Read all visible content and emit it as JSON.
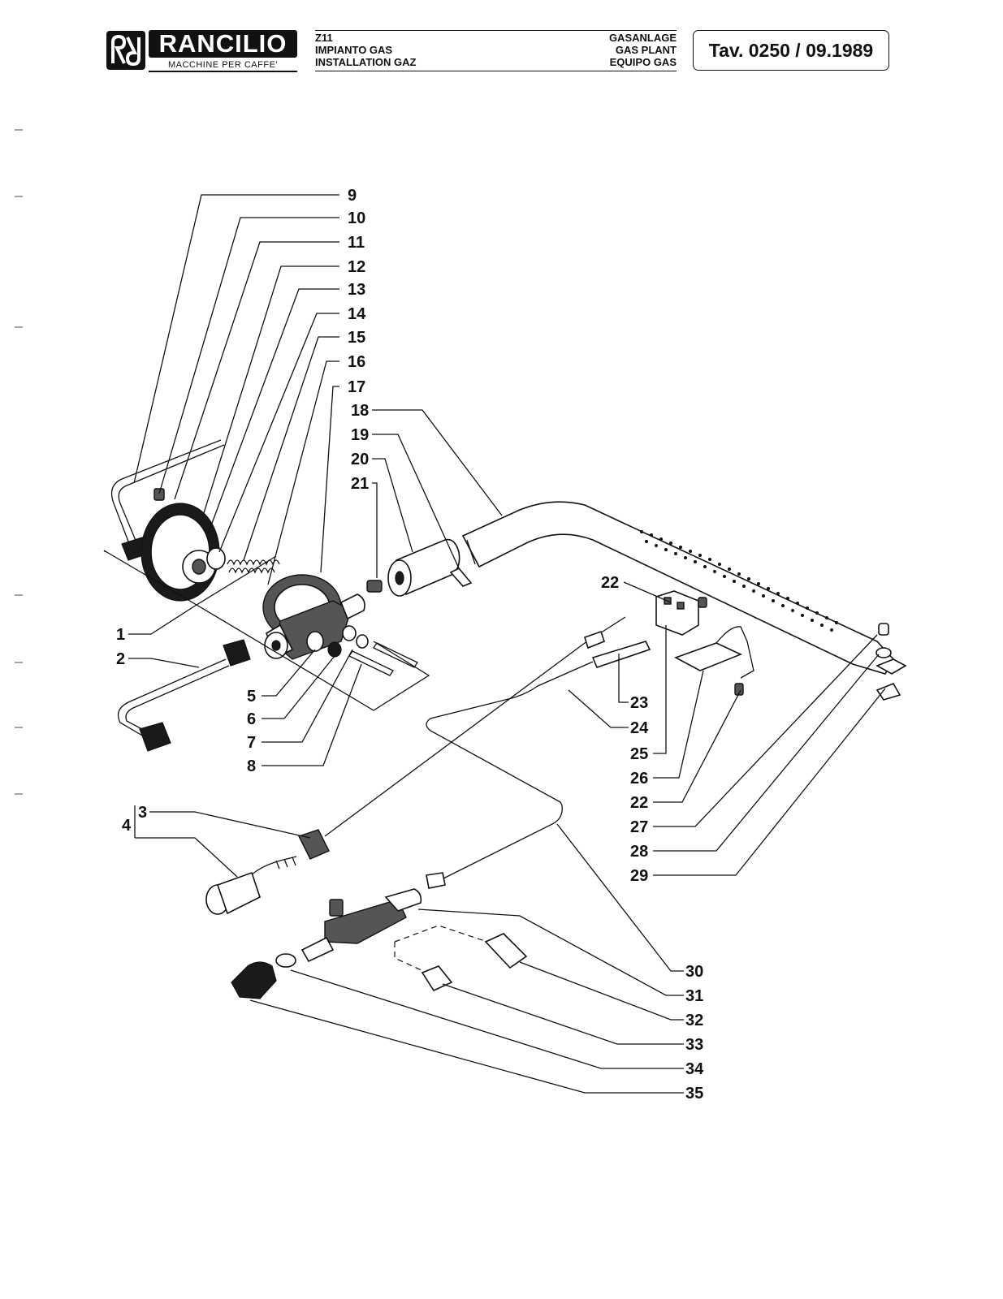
{
  "header": {
    "brand": "RANCILIO",
    "brand_tagline": "MACCHINE PER CAFFE'",
    "model": "Z11",
    "titles_left": [
      "IMPIANTO GAS",
      "INSTALLATION GAZ"
    ],
    "titles_right": [
      "GASANLAGE",
      "GAS PLANT",
      "EQUIPO GAS"
    ],
    "table_ref": "Tav. 0250 / 09.1989"
  },
  "diagram": {
    "callouts_top_stack": [
      "9",
      "10",
      "11",
      "12",
      "13",
      "14",
      "15",
      "16",
      "17",
      "18",
      "19",
      "20",
      "21"
    ],
    "callouts_left": [
      "1",
      "2"
    ],
    "callouts_valve_bottom": [
      "5",
      "6",
      "7",
      "8"
    ],
    "callout_group": "4",
    "callout_group_member": "3",
    "callouts_right": [
      "22",
      "23",
      "24",
      "25",
      "26",
      "22",
      "27",
      "28",
      "29"
    ],
    "callouts_bottom": [
      "30",
      "31",
      "32",
      "33",
      "34",
      "35"
    ]
  },
  "icons": [
    "rancilio-logo-icon"
  ]
}
